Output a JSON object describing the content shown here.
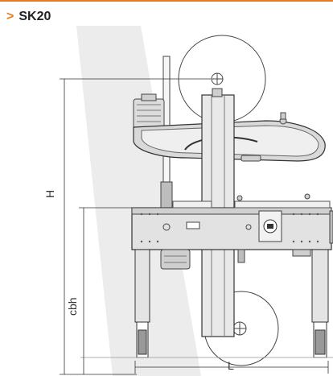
{
  "header": {
    "accent_color": "#e57a1e",
    "chevron": ">",
    "title": "SK20"
  },
  "dimensions": {
    "height_label": "H",
    "case_base_height_label": "cbh",
    "length_label": "L"
  }
}
